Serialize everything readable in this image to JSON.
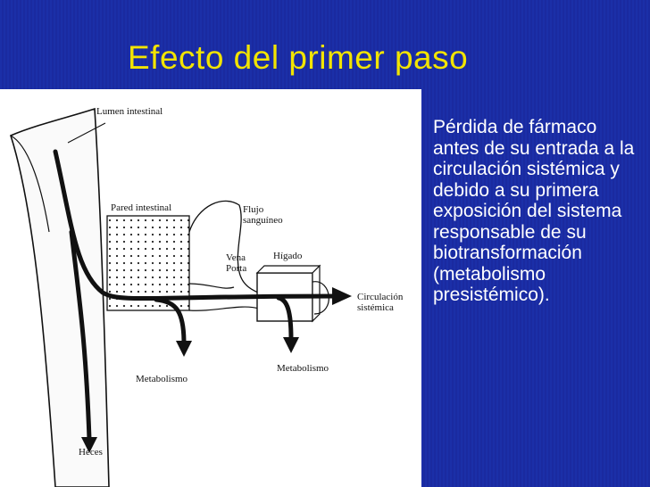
{
  "slide": {
    "title": "Efecto del primer paso",
    "description": "Pérdida de fármaco antes de su entrada a la circulación sistémica y debido a su primera exposición del sistema responsable de su biotransformación (metabolismo presistémico)."
  },
  "diagram": {
    "labels": {
      "lumen": "Lumen intestinal",
      "pared": "Pared intestinal",
      "flujo_1": "Flujo",
      "flujo_2": "sanguíneo",
      "vena_1": "Vena",
      "vena_2": "Porta",
      "higado": "Hígado",
      "circ_1": "Circulación",
      "circ_2": "sistémica",
      "metab_left": "Metabolismo",
      "metab_right": "Metabolismo",
      "heces": "Heces"
    }
  },
  "colors": {
    "background": "#1b2fa8",
    "title": "#f2e400",
    "text": "#ffffff",
    "diagram_bg": "#ffffff",
    "ink": "#111111"
  }
}
